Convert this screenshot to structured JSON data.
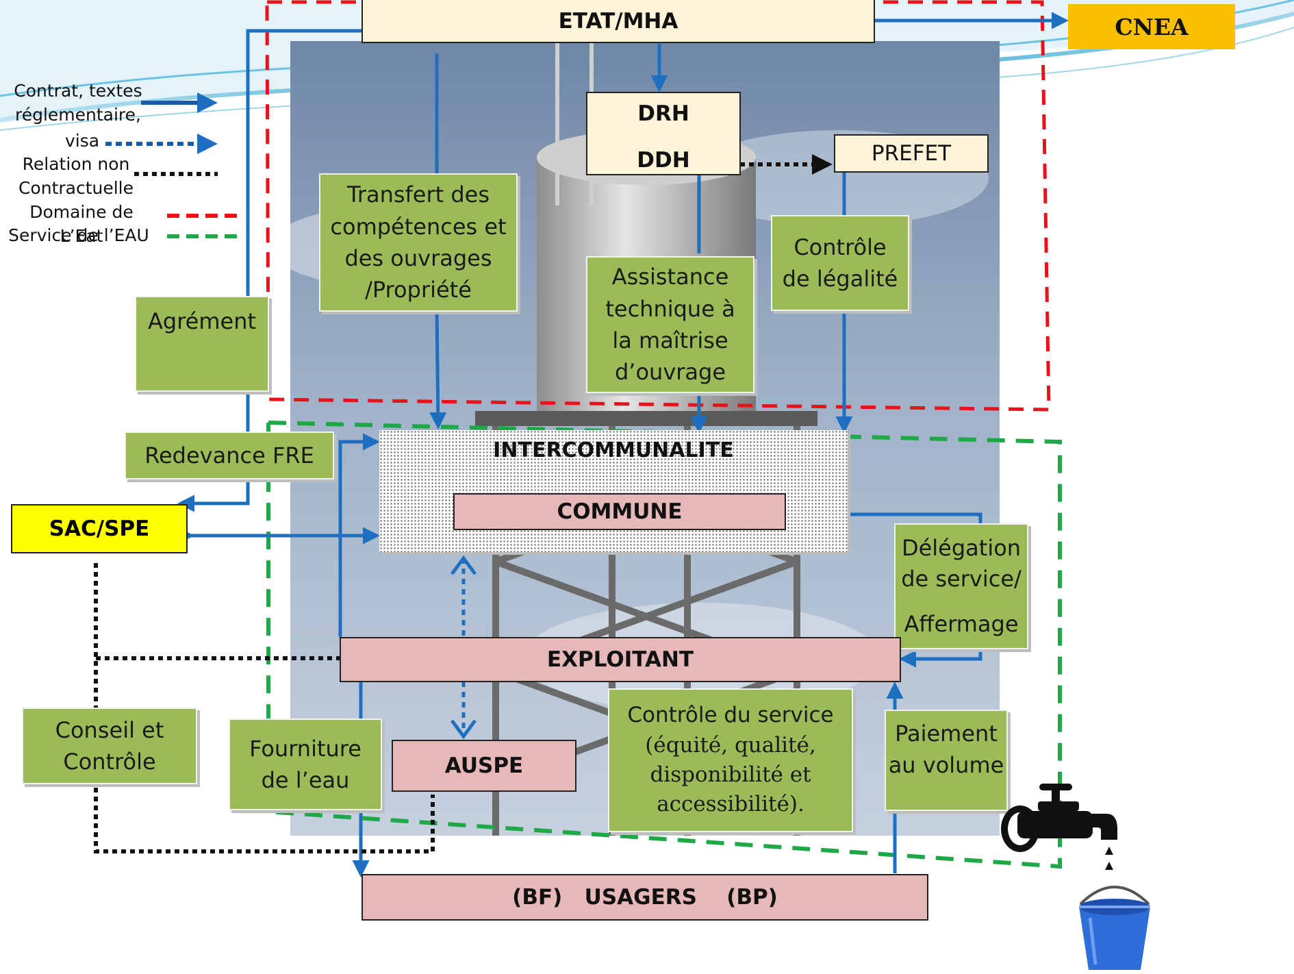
{
  "colors": {
    "green_box": "#9bbb59",
    "pink_box": "#e6b9b8",
    "cream_box": "#fdf4d9",
    "cnea": "#f9c000",
    "sac_spe": "#ffff00",
    "arrow_blue": "#1f6fc1",
    "etat_domain": "#e8121b",
    "eau_service": "#1fa848"
  },
  "legend": {
    "contrat_line1": "Contrat,  textes",
    "contrat_line2": "réglementaire,",
    "visa": "visa",
    "relation_line1": "Relation non",
    "relation_line2": "Contractuelle",
    "domaine": "Domaine de L’Eat",
    "service": "Service  de l’EAU"
  },
  "nodes": {
    "etat": "ETAT/MHA",
    "cnea": "CNEA",
    "drh": "DRH",
    "ddh": "DDH",
    "prefet": "PREFET",
    "transfert": [
      "Transfert des",
      "compétences et",
      "des ouvrages",
      "/Propriété"
    ],
    "assistance": [
      "Assistance",
      "technique à",
      "la maîtrise",
      "d’ouvrage"
    ],
    "controle_legalite": [
      "Contrôle",
      "de légalité"
    ],
    "agrement": "Agrément",
    "redevance": "Redevance FRE",
    "sac_spe": "SAC/SPE",
    "intercommunalite": "INTERCOMMUNALITE",
    "commune": "COMMUNE",
    "delegation": [
      "Délégation",
      "de  service/",
      "Affermage"
    ],
    "exploitant": "EXPLOITANT",
    "conseil": [
      "Conseil  et",
      "Contrôle"
    ],
    "fourniture": [
      "Fourniture",
      "de l’eau"
    ],
    "auspe": "AUSPE",
    "controle_service": [
      "Contrôle du service",
      "(équité, qualité,",
      "disponibilité et",
      "accessibilité)."
    ],
    "paiement": [
      "Paiement",
      "au volume"
    ],
    "usagers": "(BF)   USAGERS    (BP)"
  }
}
